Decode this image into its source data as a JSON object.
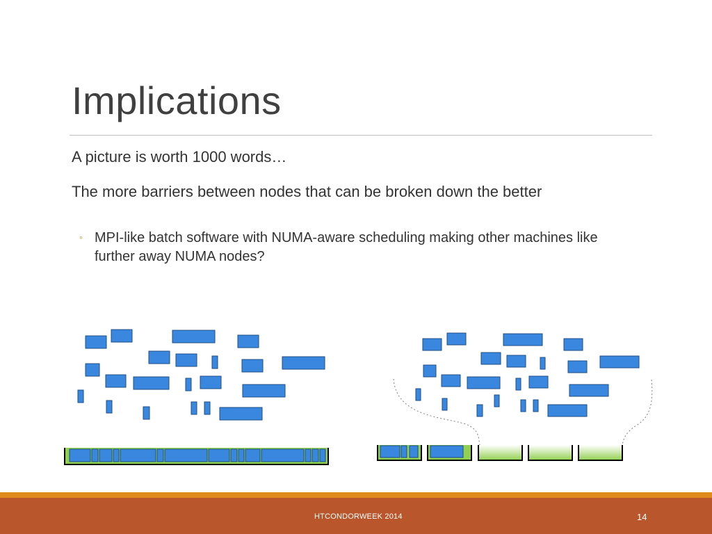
{
  "slide": {
    "title": "Implications",
    "bullets": [
      {
        "text": "A picture is worth 1000 words…"
      },
      {
        "text": "The more barriers between nodes that can be broken down the better"
      }
    ],
    "sub_bullets": [
      {
        "marker": "◦",
        "text": "MPI-like batch software with NUMA-aware scheduling making other machines like further away NUMA nodes?"
      }
    ]
  },
  "footer": {
    "label": "HTCONDORWEEK 2014",
    "page": "14"
  },
  "colors": {
    "block_fill": "#3a87df",
    "block_stroke": "#1f4f86",
    "tray_green": "#92d050",
    "accent_orange": "#e08a1e",
    "footer_bg": "#b9562b"
  }
}
